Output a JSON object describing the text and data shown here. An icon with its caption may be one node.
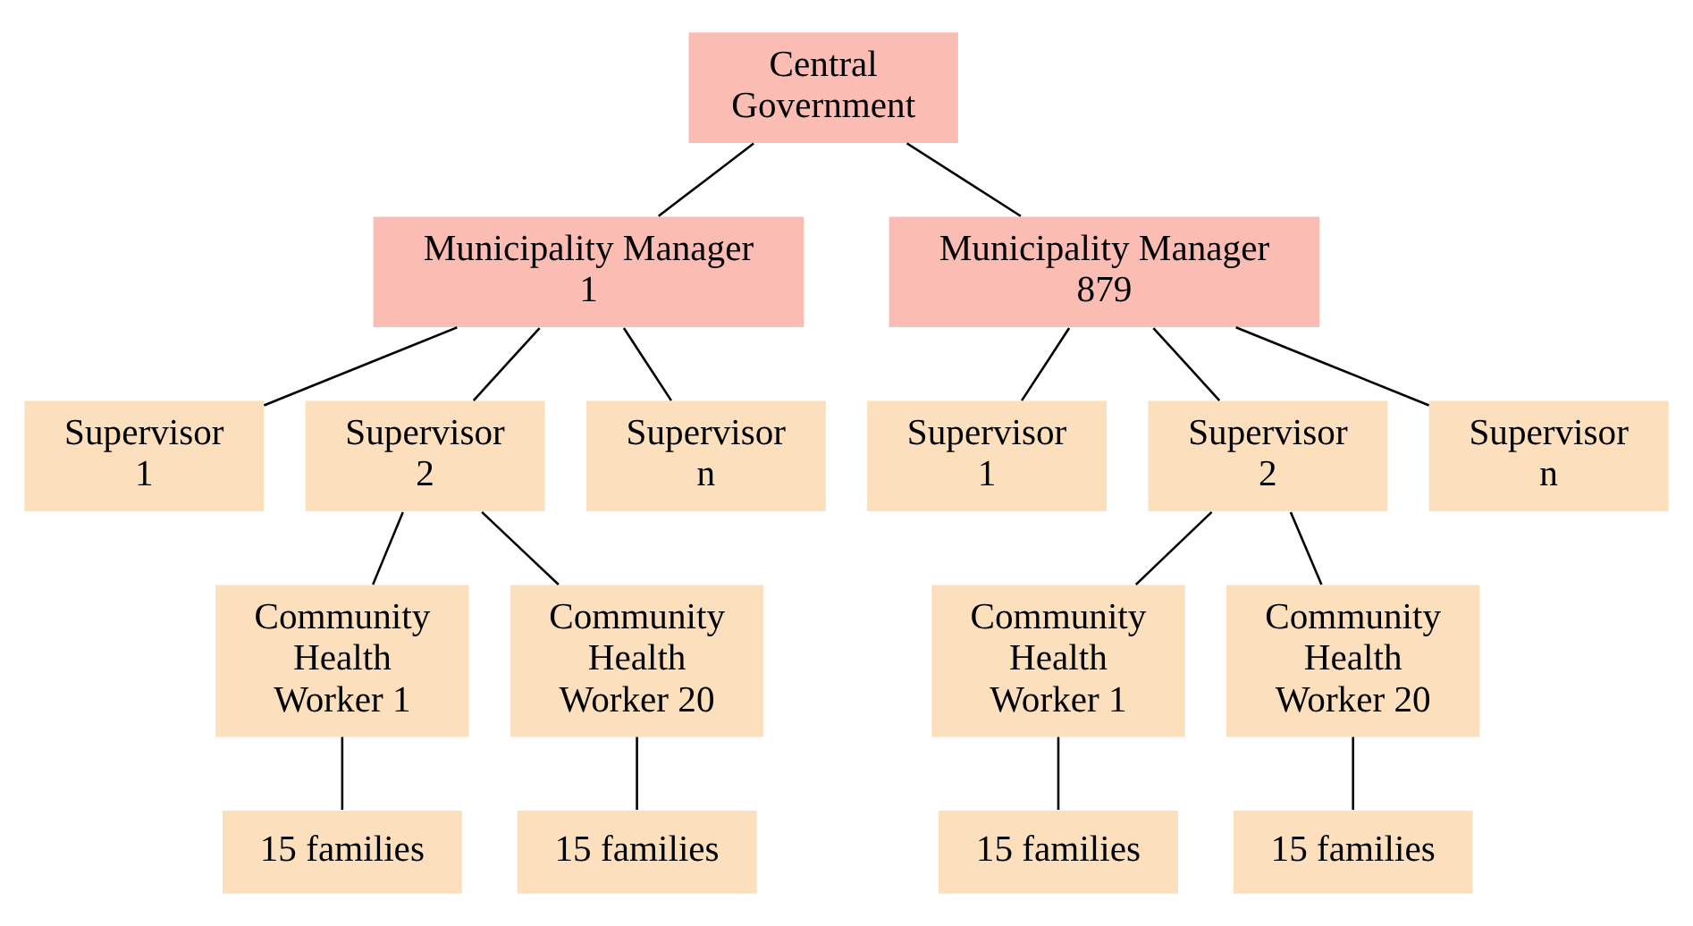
{
  "diagram": {
    "nodes": [
      {
        "text": [
          "Central Government"
        ]
      },
      {
        "text": [
          "Municipality Manager 1"
        ]
      },
      {
        "text": [
          "Municipality Manager 879"
        ]
      },
      {
        "text": [
          "Supervisor 1"
        ]
      },
      {
        "text": [
          "Supervisor 2"
        ]
      },
      {
        "text": [
          "Supervisor n"
        ]
      },
      {
        "text": [
          "Supervisor 1"
        ]
      },
      {
        "text": [
          "Supervisor 2"
        ]
      },
      {
        "text": [
          "Supervisor n"
        ]
      },
      {
        "text": [
          "Community Health Worker 1"
        ]
      },
      {
        "text": [
          "Community Health Worker 20"
        ]
      },
      {
        "text": [
          "Community Health Worker 1"
        ]
      },
      {
        "text": [
          "Community Health Worker 20"
        ]
      },
      {
        "text": [
          "15 families"
        ]
      },
      {
        "text": [
          "15 families"
        ]
      },
      {
        "text": [
          "15 families"
        ]
      },
      {
        "text": [
          "15 families"
        ]
      }
    ],
    "edges": [
      {
        "from": 0,
        "to": 1,
        "arrow": "none"
      },
      {
        "from": 0,
        "to": 2,
        "arrow": "none"
      },
      {
        "from": 1,
        "to": 3,
        "arrow": "none"
      },
      {
        "from": 1,
        "to": 4,
        "arrow": "none"
      },
      {
        "from": 1,
        "to": 5,
        "arrow": "none"
      },
      {
        "from": 2,
        "to": 6,
        "arrow": "none"
      },
      {
        "from": 2,
        "to": 7,
        "arrow": "none"
      },
      {
        "from": 2,
        "to": 8,
        "arrow": "none"
      },
      {
        "from": 4,
        "to": 9,
        "arrow": "none"
      },
      {
        "from": 4,
        "to": 10,
        "arrow": "none"
      },
      {
        "from": 7,
        "to": 11,
        "arrow": "none"
      },
      {
        "from": 7,
        "to": 12,
        "arrow": "none"
      },
      {
        "from": 9,
        "to": 13,
        "arrow": "none"
      },
      {
        "from": 10,
        "to": 14,
        "arrow": "none"
      },
      {
        "from": 11,
        "to": 15,
        "arrow": "none"
      },
      {
        "from": 12,
        "to": 16,
        "arrow": "none"
      }
    ]
  }
}
